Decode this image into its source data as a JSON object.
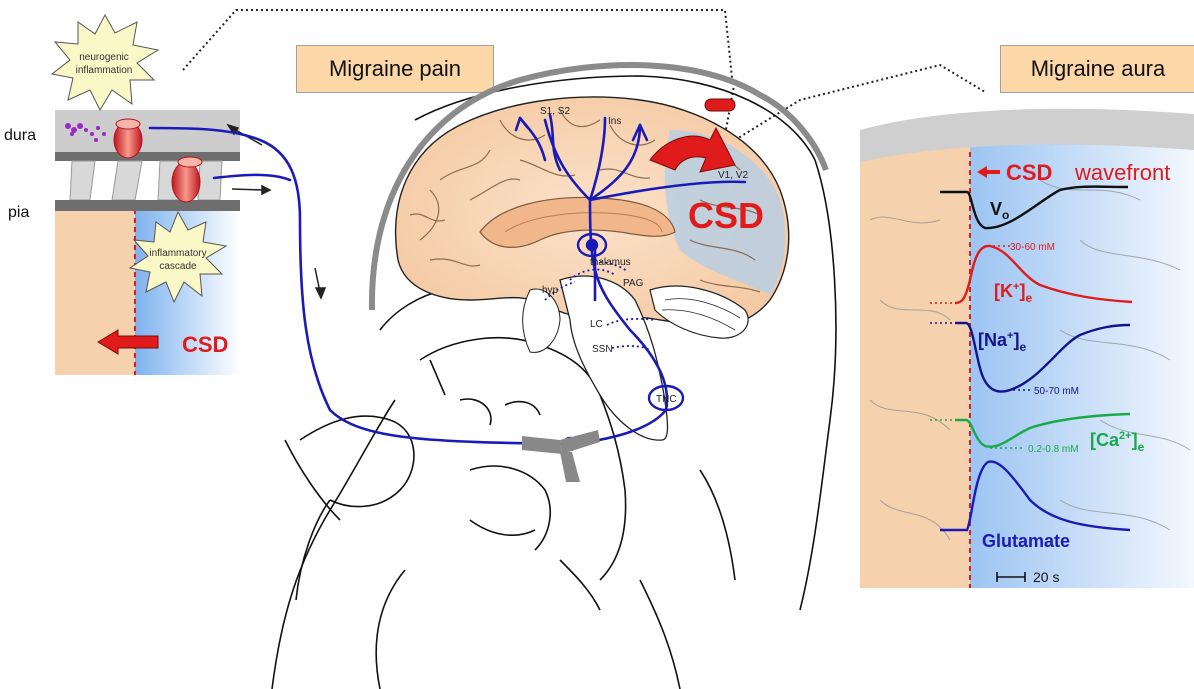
{
  "titles": {
    "pain": "Migraine pain",
    "aura": "Migraine aura"
  },
  "inset_meninges": {
    "burst_top": [
      "neurogenic",
      "inflammation"
    ],
    "burst_mid": [
      "inflammatory",
      "cascade"
    ],
    "dura": "dura",
    "pia": "pia",
    "csd": "CSD"
  },
  "brain": {
    "s1s2": "S1, S2",
    "ins": "Ins",
    "v1v2": "V1, V2",
    "thalamus": "thalamus",
    "hyp": "hyp",
    "pag": "PAG",
    "lc": "LC",
    "ssn": "SSN",
    "tnc": "TNC",
    "csd": "CSD"
  },
  "aura_panel": {
    "csd": "CSD",
    "wavefront": "wavefront",
    "vo": "V",
    "vo_sub": "o",
    "k": "[K",
    "k_sup": "+",
    "k_end": "]",
    "k_sub": "e",
    "k_range": "30-60 mM",
    "na": "[Na",
    "na_sup": "+",
    "na_end": "]",
    "na_sub": "e",
    "na_range": "50-70 mM",
    "ca": "[Ca",
    "ca_sup": "2+",
    "ca_end": "]",
    "ca_sub": "e",
    "ca_range": "0.2-0.8 mM",
    "glutamate": "Glutamate",
    "scale": "20 s"
  },
  "colors": {
    "nerve": "#1a1ab8",
    "csd_red": "#e01b1b",
    "title_fill": "#fcd7a8",
    "v_trace": "#111111",
    "k_trace": "#e01b1b",
    "na_trace": "#14148a",
    "ca_trace": "#19a84a",
    "glu_trace": "#1a1ab8"
  }
}
